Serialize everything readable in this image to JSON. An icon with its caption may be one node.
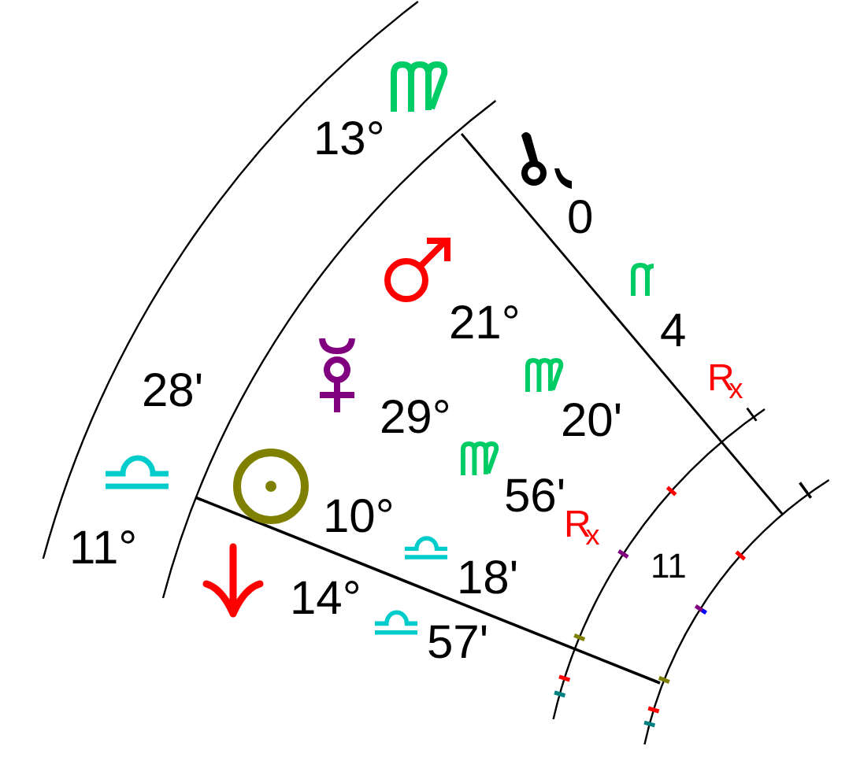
{
  "diagram": {
    "labels": [
      "13°",
      "0",
      "21°",
      "4",
      "28'",
      "R$_{x}$",
      "29°",
      "20'",
      "10°",
      "56'",
      "R$_{x}$",
      "11°",
      "18'",
      "11",
      "14°",
      "57'"
    ]
  }
}
